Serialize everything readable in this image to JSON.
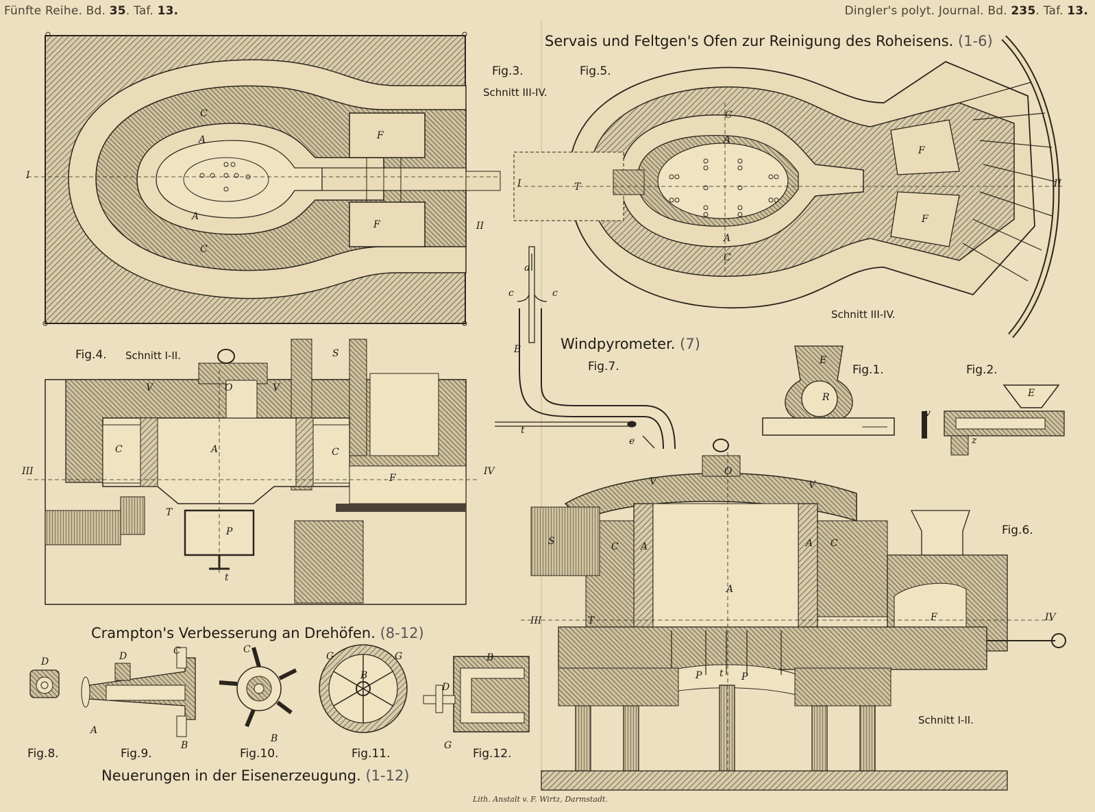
{
  "header": {
    "left_prefix": "Fünfte Reihe. Bd.",
    "left_volume": "35",
    "left_taf_prefix": "Taf.",
    "left_taf": "13.",
    "right_prefix": "Dingler's polyt. Journal. Bd.",
    "right_volume": "235",
    "right_taf_prefix": "Taf.",
    "right_taf": "13."
  },
  "titles": {
    "servais": "Servais und Feltgen's Ofen zur Reinigung des Roheisens.",
    "servais_range": "(1-6)",
    "windpyrometer": "Windpyrometer.",
    "windpyrometer_range": "(7)",
    "crampton": "Crampton's Verbesserung an Drehöfen.",
    "crampton_range": "(8-12)",
    "neuerungen": "Neuerungen in der Eisenerzeugung.",
    "neuerungen_range": "(1-12)"
  },
  "figures": {
    "fig1": "Fig.1.",
    "fig2": "Fig.2.",
    "fig3": "Fig.3.",
    "fig3_sub": "Schnitt III-IV.",
    "fig4": "Fig.4.",
    "fig4_sub": "Schnitt I-II.",
    "fig5": "Fig.5.",
    "fig5_sub": "Schnitt III-IV.",
    "fig6": "Fig.6.",
    "fig6_sub": "Schnitt I-II.",
    "fig7": "Fig.7.",
    "fig8": "Fig.8.",
    "fig9": "Fig.9.",
    "fig10": "Fig.10.",
    "fig11": "Fig.11.",
    "fig12": "Fig.12."
  },
  "imprint": "Lith. Anstalt v. F. Wirtz, Darmstadt.",
  "letters": {
    "C": "C",
    "A": "A",
    "F": "F",
    "I": "I",
    "II": "II",
    "III": "III",
    "IV": "IV",
    "T": "T",
    "V": "V",
    "O": "O",
    "S": "S",
    "P": "P",
    "t": "t",
    "a": "a",
    "c": "c",
    "B": "B",
    "e": "e",
    "E": "E",
    "R": "R",
    "D": "D",
    "G": "G",
    "v": "v",
    "z": "z"
  },
  "colors": {
    "paper": "#ede0c0",
    "ink": "#2a241c",
    "hatch": "#6a6152"
  }
}
